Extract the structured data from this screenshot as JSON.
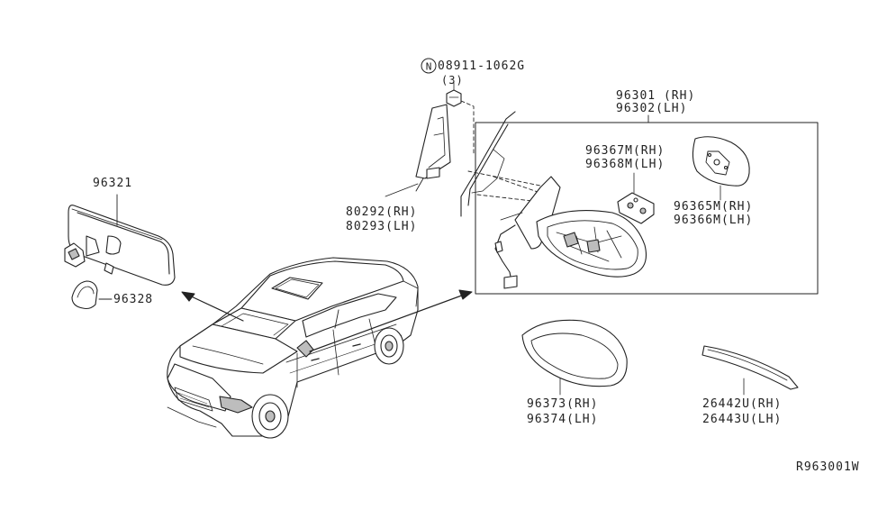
{
  "labels": {
    "fastener_part": "08911-1062G",
    "fastener_circle": "N",
    "fastener_qty": "(3)",
    "assy_rh": "96301 (RH)",
    "assy_lh": "96302(LH)",
    "inner_mirror": "96321",
    "mount_cover": "96328",
    "corner_rh": "80292(RH)",
    "corner_lh": "80293(LH)",
    "actuator_rh": "96367M(RH)",
    "actuator_lh": "96368M(LH)",
    "glass_rh": "96365M(RH)",
    "glass_lh": "96366M(LH)",
    "cover_rh": "96373(RH)",
    "cover_lh": "96374(LH)",
    "lamp_rh": "26442U(RH)",
    "lamp_lh": "26443U(LH)",
    "ref_code": "R963001W"
  },
  "colors": {
    "line": "#222222",
    "part_fill": "#ffffff",
    "shade": "#bdbdbd"
  }
}
